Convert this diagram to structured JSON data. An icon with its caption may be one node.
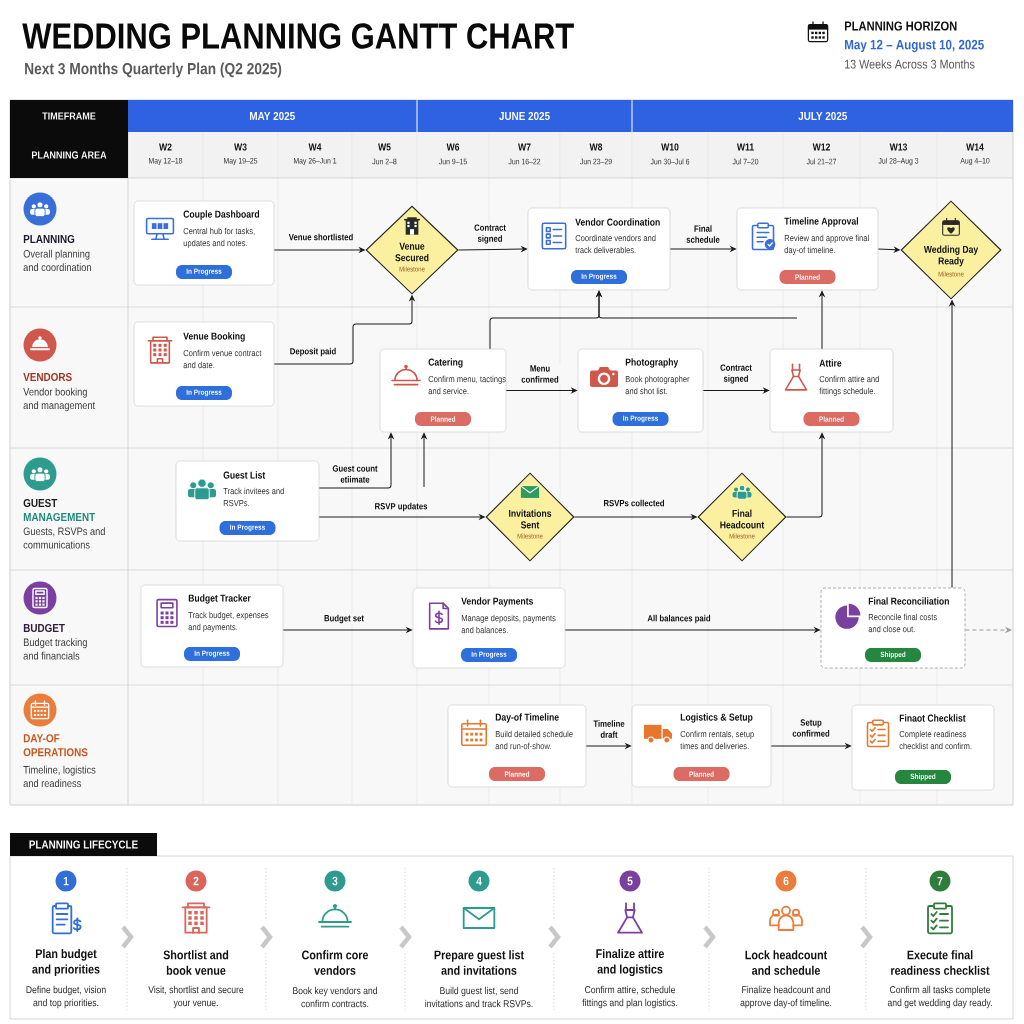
{
  "diagram": {
    "title": "WEDDING PLANNING GANTT CHART",
    "nodes": [
      {
        "text": [
          "Couple Dashboard",
          "Central hub for tasks, updates and notes."
        ]
      },
      {
        "text": [
          "In Progress"
        ],
        "in": 0
      },
      {
        "text": [
          "Venue Secured",
          "Milestone"
        ]
      },
      {
        "text": [
          "Vendor Coordination",
          "Coordinate vendors and track deliverables."
        ]
      },
      {
        "text": [
          "In Progress"
        ],
        "in": 3
      },
      {
        "text": [
          "Timeline Approval",
          "Review and approve final day-of timeline."
        ]
      },
      {
        "text": [
          "Planned"
        ],
        "in": 5
      },
      {
        "text": [
          "Wedding Day Ready",
          "Milestone"
        ]
      },
      {
        "text": [
          "Venue Booking",
          "Confirm venue contract and date."
        ]
      },
      {
        "text": [
          "In Progress"
        ],
        "in": 8
      },
      {
        "text": [
          "Catering",
          "Confirm menu, tactings and service."
        ]
      },
      {
        "text": [
          "Planned"
        ],
        "in": 10
      },
      {
        "text": [
          "Photography",
          "Book photographer and shot list."
        ]
      },
      {
        "text": [
          "In Progress"
        ],
        "in": 12
      },
      {
        "text": [
          "Attire",
          "Confirm attire and fittings schedule."
        ]
      },
      {
        "text": [
          "Planned"
        ],
        "in": 14
      },
      {
        "text": [
          "Guest List",
          "Track invitees and RSVPs."
        ]
      },
      {
        "text": [
          "In Progress"
        ],
        "in": 16
      },
      {
        "text": [
          "Invitations Sent",
          "Milestone"
        ]
      },
      {
        "text": [
          "Final Headcount",
          "Milestone"
        ]
      },
      {
        "text": [
          "Budget Tracker",
          "Track budget, expenses and payments."
        ]
      },
      {
        "text": [
          "In Progress"
        ],
        "in": 20
      },
      {
        "text": [
          "Vendor Payments",
          "Manage deposits, payments and balances."
        ]
      },
      {
        "text": [
          "In Progress"
        ],
        "in": 22
      },
      {
        "text": [
          "Final Reconciliation",
          "Reconcile final costs and close out."
        ]
      },
      {
        "text": [
          "Shipped"
        ],
        "in": 24
      },
      {
        "text": [
          "Day-of Timeline",
          "Build detailed schedule and run-of-show."
        ]
      },
      {
        "text": [
          "Planned"
        ],
        "in": 26
      },
      {
        "text": [
          "Logistics & Setup",
          "Confirm rentals, setup times and deliveries."
        ]
      },
      {
        "text": [
          "Planned"
        ],
        "in": 28
      },
      {
        "text": [
          "Finaot Checklist",
          "Complete readiness checklist and confirm."
        ]
      },
      {
        "text": [
          "Shipped"
        ],
        "in": 30
      },
      {
        "text": [
          "PLANNING LIFECYCLE"
        ]
      },
      {
        "text": [
          "1"
        ],
        "in": 32
      },
      {
        "text": [
          "2"
        ],
        "in": 32
      },
      {
        "text": [
          "3"
        ],
        "in": 32
      },
      {
        "text": [
          "4"
        ],
        "in": 32
      },
      {
        "text": [
          "5"
        ],
        "in": 32
      },
      {
        "text": [
          "6"
        ],
        "in": 32
      },
      {
        "text": [
          "7"
        ],
        "in": 32
      }
    ],
    "edges": [
      {
        "from": 0,
        "to": 2,
        "arrow": "to",
        "label": "Venue shortlisted"
      },
      {
        "from": 8,
        "to": 2,
        "arrow": "to",
        "label": "Deposit paid"
      },
      {
        "from": 2,
        "to": 3,
        "arrow": "to",
        "label": "Contract signed"
      },
      {
        "from": 3,
        "to": 5,
        "arrow": "to",
        "label": "Final schedule"
      },
      {
        "from": 5,
        "to": 7,
        "arrow": "to"
      },
      {
        "from": 10,
        "to": 3,
        "arrow": "to"
      },
      {
        "from": null,
        "to": 3,
        "arrow": "to"
      },
      {
        "from": 10,
        "to": 12,
        "arrow": "to",
        "label": "Menu confirmed"
      },
      {
        "from": 12,
        "to": 14,
        "arrow": "to",
        "label": "Contract signed"
      },
      {
        "from": 14,
        "to": 5,
        "arrow": "to"
      },
      {
        "from": 16,
        "to": 10,
        "arrow": "to",
        "label": "Guest count etiimate"
      },
      {
        "from": null,
        "to": 10,
        "arrow": "to"
      },
      {
        "from": 16,
        "to": 18,
        "arrow": "to",
        "label": "RSVP updates"
      },
      {
        "from": 18,
        "to": 19,
        "arrow": "to",
        "label": "RSVPs collected"
      },
      {
        "from": 19,
        "to": 14,
        "arrow": "to"
      },
      {
        "from": 24,
        "to": 7,
        "arrow": "to"
      },
      {
        "from": 20,
        "to": 22,
        "arrow": "to",
        "label": "Budget set"
      },
      {
        "from": 22,
        "to": 24,
        "arrow": "to",
        "label": "All balances paid"
      },
      {
        "from": 24,
        "to": null,
        "arrow": "to",
        "style": "dashed",
        "color": "#9a9a9a"
      },
      {
        "from": 26,
        "to": 28,
        "arrow": "to",
        "label": "Timeline draft"
      },
      {
        "from": 28,
        "to": 30,
        "arrow": "to",
        "label": "Setup confirmed"
      }
    ],
    "labels": [
      "Next 3 Months Quarterly Plan (Q2 2025)",
      "PLANNING HORIZON",
      "May 12 – August 10, 2025",
      "13 Weeks Across 3 Months",
      "TIMEFRAME",
      "MAY 2025",
      "JUNE 2025",
      "JULY 2025",
      "PLANNING AREA",
      "W2",
      "May 12–18",
      "W3",
      "May 19–25",
      "W4",
      "May 26–Jun 1",
      "W5",
      "Jun 2–8",
      "W6",
      "Jun 9–15",
      "W7",
      "Jun 16–22",
      "W8",
      "Jun 23–29",
      "W10",
      "Jun 30–Jul 6",
      "W11",
      "Jul 7–20",
      "W12",
      "Jul 21–27",
      "W13",
      "Jul 28–Aug 3",
      "W14",
      "Aug 4–10",
      "PLANNING",
      "Overall planning and coordination",
      "VENDORS",
      "Vendor booking and management",
      "GUEST",
      "MANAGEMENT",
      "Guests, RSVPs and communications",
      "BUDGET",
      "Budget tracking and financials",
      "DAY-OF OPERATIONS",
      "Timeline, logistics and readiness",
      "Plan budget and priorities",
      "Define budget, vision and top priorities.",
      "Shortlist and book venue",
      "Visit, shortlist and secure your venue.",
      "Confirm core vendors",
      "Book key vendors and confirm contracts.",
      "Prepare guest list and invitations",
      "Build guest list, send invitations and track RSVPs.",
      "Finalize attire and logistics",
      "Confirm attire, schedule fittings and plan logistics.",
      "Lock headcount and schedule",
      "Finalize headcount and approve day-of timeline.",
      "Execute final readiness checklist",
      "Confirm all tasks complete and get wedding day ready."
    ]
  }
}
